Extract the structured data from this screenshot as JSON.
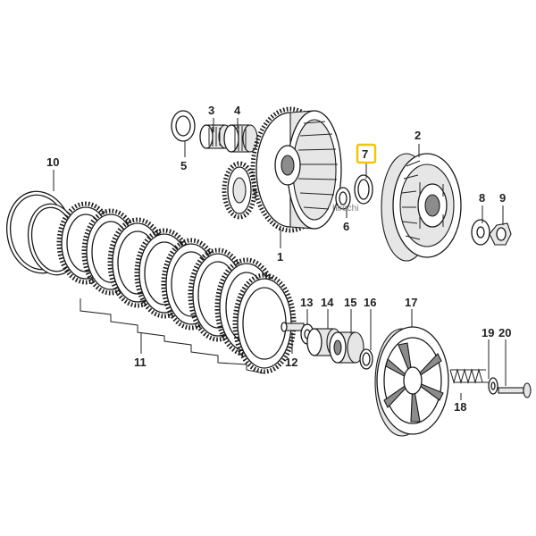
{
  "diagram": {
    "callouts": [
      {
        "id": "1",
        "label": "1"
      },
      {
        "id": "2",
        "label": "2"
      },
      {
        "id": "3",
        "label": "3"
      },
      {
        "id": "4",
        "label": "4"
      },
      {
        "id": "5",
        "label": "5"
      },
      {
        "id": "6",
        "label": "6"
      },
      {
        "id": "7",
        "label": "7",
        "highlighted": true
      },
      {
        "id": "8",
        "label": "8"
      },
      {
        "id": "9",
        "label": "9"
      },
      {
        "id": "10",
        "label": "10"
      },
      {
        "id": "11",
        "label": "11"
      },
      {
        "id": "12",
        "label": "12"
      },
      {
        "id": "13",
        "label": "13"
      },
      {
        "id": "14",
        "label": "14"
      },
      {
        "id": "15",
        "label": "15"
      },
      {
        "id": "16",
        "label": "16"
      },
      {
        "id": "17",
        "label": "17"
      },
      {
        "id": "18",
        "label": "18"
      },
      {
        "id": "19",
        "label": "19"
      },
      {
        "id": "20",
        "label": "20"
      }
    ],
    "watermark": "hirochi",
    "colors": {
      "line": "#1a1a1a",
      "highlight": "#f1c40f",
      "fill_light": "#e6e6e6",
      "fill_dark": "#8c8c8c"
    }
  }
}
